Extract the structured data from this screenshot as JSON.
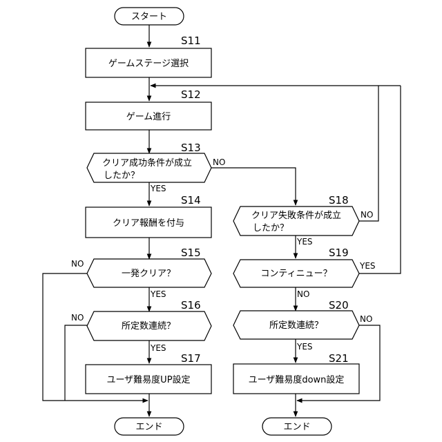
{
  "nodes": {
    "start": "スタート",
    "s11": "ゲームステージ選択",
    "s12": "ゲーム進行",
    "s13_l1": "クリア成功条件が成立",
    "s13_l2": "したか？",
    "s14": "クリア報酬を付与",
    "s15": "一発クリア？",
    "s16": "所定数連続？",
    "s17": "ユーザ難易度UP設定",
    "end_left": "エンド",
    "s18_l1": "クリア失敗条件が成立",
    "s18_l2": "したか？",
    "s19": "コンティニュー？",
    "s20": "所定数連続？",
    "s21": "ユーザ難易度down設定",
    "end_right": "エンド"
  },
  "steps": {
    "s11": "S11",
    "s12": "S12",
    "s13": "S13",
    "s14": "S14",
    "s15": "S15",
    "s16": "S16",
    "s17": "S17",
    "s18": "S18",
    "s19": "S19",
    "s20": "S20",
    "s21": "S21"
  },
  "edges": {
    "yes": "YES",
    "no": "NO"
  }
}
